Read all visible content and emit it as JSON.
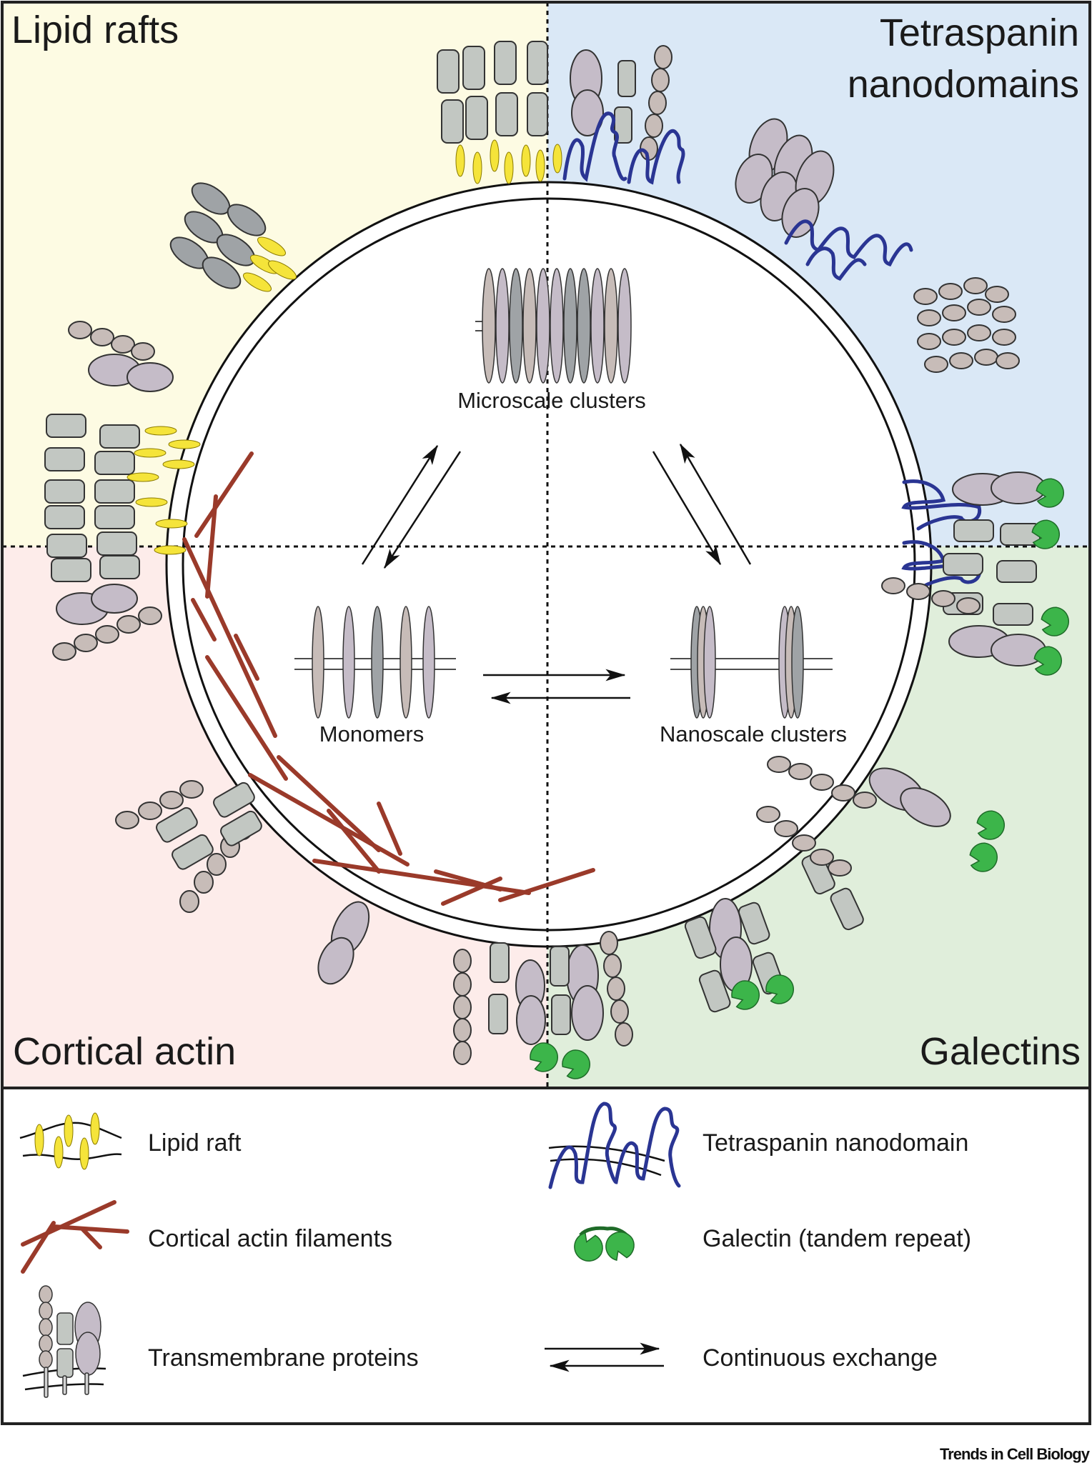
{
  "figure": {
    "quadrants": [
      {
        "id": "lipid-rafts",
        "label": "Lipid rafts",
        "color": "#fdfbe3"
      },
      {
        "id": "tetraspanin",
        "label_lines": [
          "Tetraspanin",
          "nanodomains"
        ],
        "color": "#dae8f6"
      },
      {
        "id": "cortical-actin",
        "label": "Cortical actin",
        "color": "#fdecea"
      },
      {
        "id": "galectins",
        "label": "Galectins",
        "color": "#e0eedb"
      }
    ],
    "cluster_states": {
      "microscale": "Microscale clusters",
      "monomers": "Monomers",
      "nanoscale": "Nanoscale clusters"
    },
    "colors": {
      "lipid_raft": "#f5e43a",
      "actin": "#9a3a2a",
      "tetraspanin": "#2a3593",
      "galectin": "#3cb54a",
      "protein_grey": "#c2c7c2",
      "protein_mauve": "#c5bcc8",
      "protein_taupe": "#c7bcb8",
      "protein_dark": "#9fa3a6"
    }
  },
  "legend": {
    "items": [
      {
        "icon": "lipid-raft-icon",
        "label": "Lipid raft"
      },
      {
        "icon": "tetraspanin-nanodomain-icon",
        "label": "Tetraspanin nanodomain"
      },
      {
        "icon": "actin-filament-icon",
        "label": "Cortical actin filaments"
      },
      {
        "icon": "galectin-icon",
        "label": "Galectin (tandem repeat)"
      },
      {
        "icon": "transmembrane-protein-icon",
        "label": "Transmembrane proteins"
      },
      {
        "icon": "exchange-arrows-icon",
        "label": "Continuous exchange"
      }
    ]
  },
  "credit": "Trends in Cell Biology"
}
